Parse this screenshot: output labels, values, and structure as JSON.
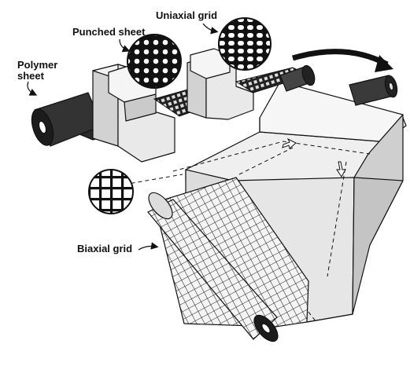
{
  "labels": {
    "polymer_line1": "Polymer",
    "polymer_line2": "sheet",
    "punched_sheet": "Punched sheet",
    "uniaxial_grid": "Uniaxial grid",
    "biaxial_grid": "Biaxial grid"
  },
  "colors": {
    "ink": "#111111",
    "machine_light": "#f4f4f4",
    "machine_mid": "#dedede",
    "machine_dark": "#b9b9b9",
    "stretcher_top": "#eeeeee",
    "stretcher_side": "#d8d8d8",
    "polymer_roll": "#2a2a2a"
  },
  "icons": [
    "flow-arrow-icon",
    "callout-arrow-icon",
    "punched-hole-pattern",
    "uniaxial-pattern",
    "biaxial-pattern"
  ]
}
